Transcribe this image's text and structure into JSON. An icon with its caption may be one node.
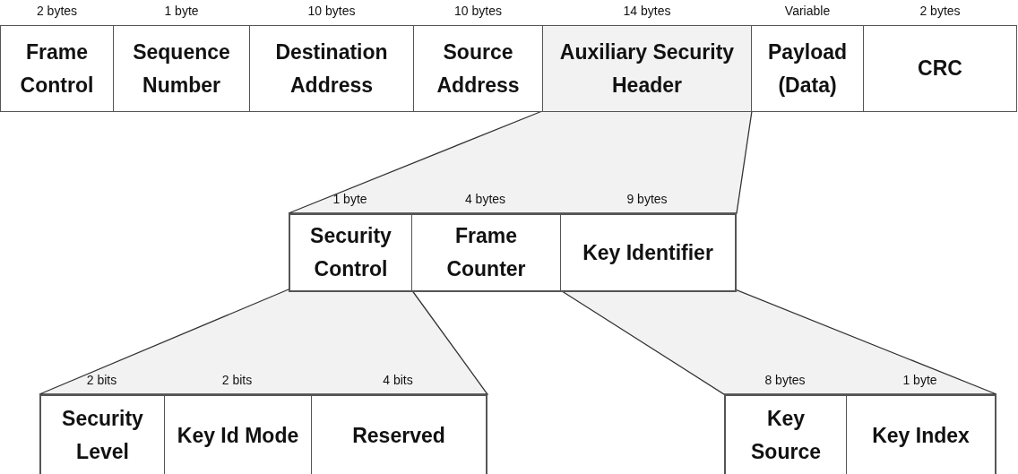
{
  "diagram": {
    "nodes": [
      {
        "text": [
          "Frame Control"
        ],
        "beside": [
          "2 bytes"
        ]
      },
      {
        "text": [
          "Sequence Number"
        ],
        "beside": [
          "1 byte"
        ]
      },
      {
        "text": [
          "Destination Address"
        ],
        "beside": [
          "10 bytes"
        ]
      },
      {
        "text": [
          "Source Address"
        ],
        "beside": [
          "10 bytes"
        ]
      },
      {
        "text": [
          "Auxiliary Security Header"
        ],
        "beside": [
          "14 bytes"
        ]
      },
      {
        "text": [
          "Payload (Data)"
        ],
        "beside": [
          "Variable"
        ]
      },
      {
        "text": [
          "CRC"
        ],
        "beside": [
          "2 bytes"
        ]
      },
      {
        "text": [],
        "shape": "box"
      },
      {
        "text": [
          "Security Control"
        ],
        "beside": [
          "1 byte"
        ],
        "in": 7
      },
      {
        "text": [
          "Frame Counter"
        ],
        "beside": [
          "4 bytes"
        ],
        "in": 7
      },
      {
        "text": [
          "Key Identifier"
        ],
        "beside": [
          "9 bytes"
        ],
        "in": 7
      },
      {
        "text": [],
        "shape": "box"
      },
      {
        "text": [
          "Security Level"
        ],
        "beside": [
          "2 bits"
        ],
        "in": 11
      },
      {
        "text": [
          "Key Id Mode"
        ],
        "beside": [
          "2 bits"
        ],
        "in": 11
      },
      {
        "text": [
          "Reserved"
        ],
        "beside": [
          "4 bits"
        ],
        "in": 11
      },
      {
        "text": [],
        "shape": "box"
      },
      {
        "text": [
          "Key Source"
        ],
        "beside": [
          "8 bytes"
        ],
        "in": 15
      },
      {
        "text": [
          "Key Index"
        ],
        "beside": [
          "1 byte"
        ],
        "in": 15
      }
    ],
    "edges": [
      {
        "from": 4,
        "to": 7,
        "arrow": "none"
      },
      {
        "from": 8,
        "to": 11,
        "arrow": "none"
      },
      {
        "from": 10,
        "to": 15,
        "arrow": "none"
      }
    ]
  }
}
